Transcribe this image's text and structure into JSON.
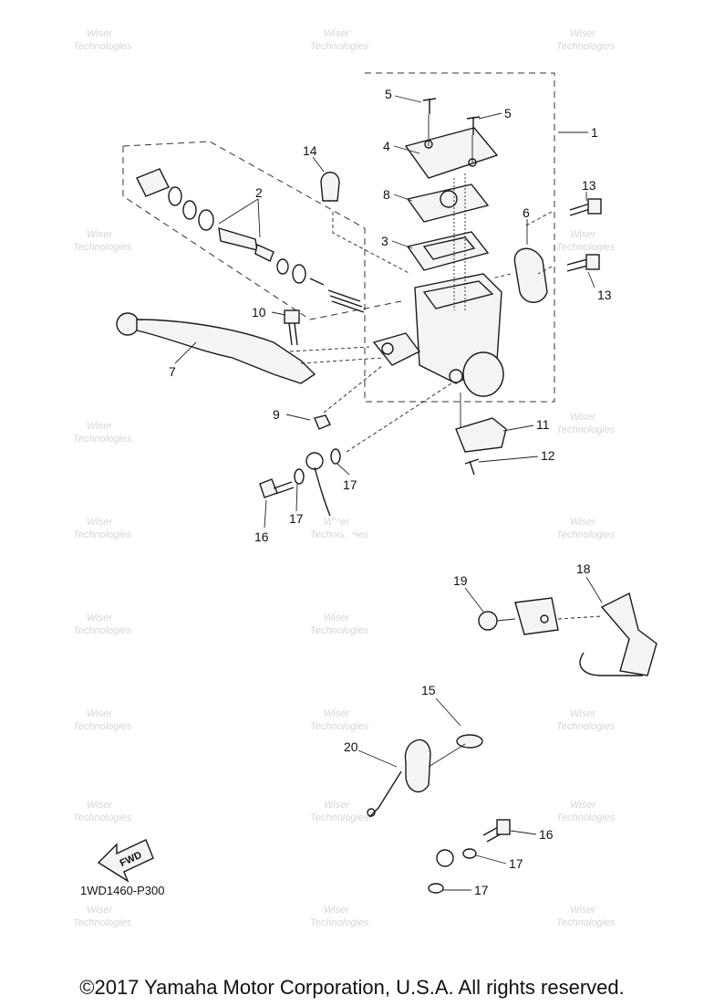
{
  "diagram": {
    "callouts": [
      "1",
      "2",
      "3",
      "4",
      "5",
      "5",
      "6",
      "7",
      "8",
      "9",
      "10",
      "11",
      "12",
      "13",
      "13",
      "14",
      "15",
      "16",
      "16",
      "17",
      "17",
      "17",
      "17",
      "18",
      "19",
      "20"
    ],
    "fwd_label": "FWD",
    "drawing_code": "1WD1460-P300",
    "watermark_line1": "Wiser",
    "watermark_line2": "Technologies"
  },
  "footer": {
    "copyright": "©2017 Yamaha Motor Corporation, U.S.A. All rights reserved."
  }
}
